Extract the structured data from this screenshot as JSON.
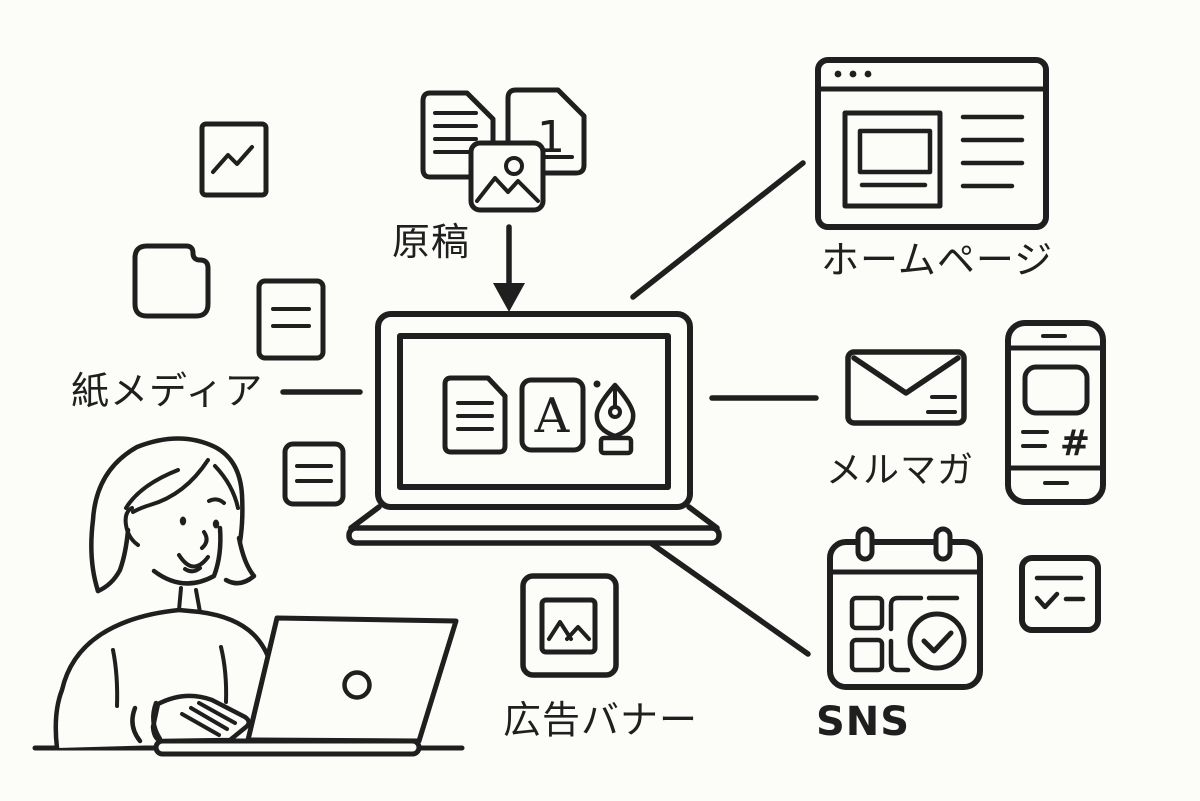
{
  "scene": {
    "background_color": "#fcfcf8",
    "ink_color": "#1f1f1f"
  },
  "labels": {
    "manuscript": "原稿",
    "paper_media": "紙メディア",
    "homepage": "ホームページ",
    "email_magazine": "メルマガ",
    "sns": "SNS",
    "ad_banner": "広告バナー"
  },
  "glyphs": {
    "document_number": "1",
    "text_tool": "A",
    "hashtag": "#"
  },
  "icons": {
    "top_center": [
      "document-lines-icon",
      "document-1-icon",
      "image-photo-icon"
    ],
    "laptop_screen": [
      "document-lines-icon",
      "letter-a-icon",
      "pen-nib-icon"
    ],
    "left_scatter": [
      "chart-note-icon",
      "folded-note-icon",
      "paper-lines-icon",
      "small-note-icon"
    ],
    "right_column": [
      "browser-window-icon",
      "envelope-icon",
      "smartphone-icon",
      "calendar-clock-icon",
      "checklist-icon"
    ],
    "bottom_center": [
      "ad-banner-image-icon"
    ],
    "bottom_left": [
      "woman-typing-on-laptop-illustration"
    ]
  },
  "connectors": [
    "arrow-manuscript-to-laptop",
    "line-paper-media-to-laptop",
    "line-laptop-to-homepage",
    "line-laptop-to-email-magazine",
    "line-laptop-to-sns"
  ]
}
